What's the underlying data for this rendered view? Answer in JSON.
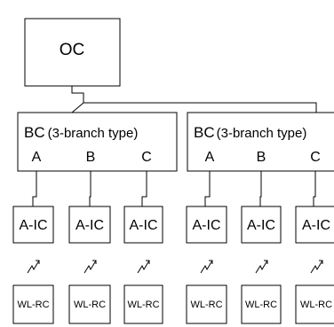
{
  "outdoor_unit": {
    "label": "OC"
  },
  "branch_controllers": [
    {
      "label": "BC",
      "type": "(3-branch type)",
      "ports": [
        "A",
        "B",
        "C"
      ]
    },
    {
      "label": "BC",
      "type": "(3-branch type)",
      "ports": [
        "A",
        "B",
        "C"
      ]
    }
  ],
  "indoor_units": [
    {
      "label": "A-IC"
    },
    {
      "label": "A-IC"
    },
    {
      "label": "A-IC"
    },
    {
      "label": "A-IC"
    },
    {
      "label": "A-IC"
    },
    {
      "label": "A-IC"
    }
  ],
  "wireless_icon": "wireless-signal-icon",
  "remote_controllers": [
    {
      "label": "WL-RC"
    },
    {
      "label": "WL-RC"
    },
    {
      "label": "WL-RC"
    },
    {
      "label": "WL-RC"
    },
    {
      "label": "WL-RC"
    },
    {
      "label": "WL-RC"
    }
  ]
}
